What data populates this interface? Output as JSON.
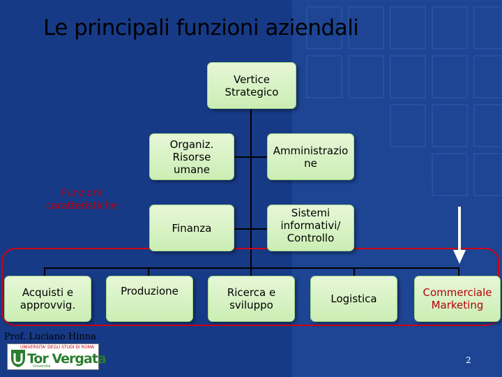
{
  "title": "Le principali funzioni aziendali",
  "nodes": {
    "vertice": "Vertice\nStrategico",
    "organiz": "Organiz.\nRisorse\numane",
    "amministrazione": "Amministrazio\nne",
    "finanza": "Finanza",
    "sistemi": "Sistemi\ninformativi/\nControllo",
    "acquisti": "Acquisti e\napprovvig.",
    "produzione": "Produzione",
    "ricerca": "Ricerca e\nsviluppo",
    "logistica": "Logistica",
    "commerciale": "Commerciale\nMarketing"
  },
  "side_label": "Funzioni\ncaratteristiche",
  "footer": {
    "author": "Prof. Luciano Hinna",
    "logo_top": "UNIVERSITA' DEGLI STUDI DI ROMA",
    "logo_main": "Tor Vergata",
    "logo_sub": "Università",
    "page_number": "2"
  },
  "colors": {
    "background": "#173a86",
    "box_fill": "#d7f2c4",
    "accent_red": "#d10014",
    "arrow": "#ffffff"
  }
}
